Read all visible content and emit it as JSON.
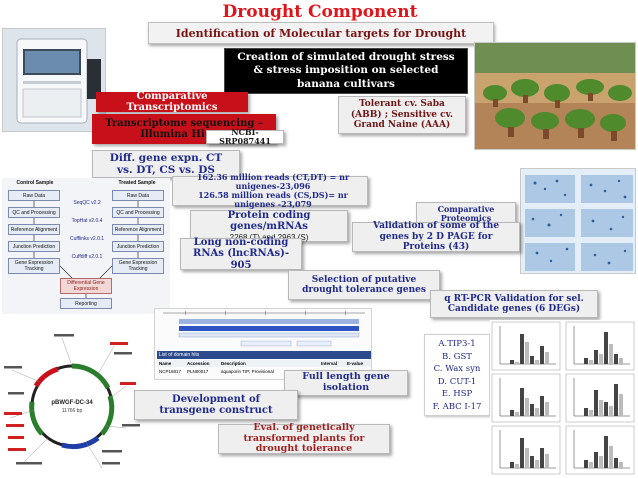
{
  "title": "Drought Component",
  "subtitle": "Identification of Molecular targets for Drought Tolerance",
  "boxes": {
    "simulated_stress": "Creation of simulated drought stress & stress imposition on selected banana cultivars",
    "cultivars": "Tolerant cv. Saba (ABB) ; Sensitive cv. Grand Naine (AAA)",
    "comparative_transcriptomics": "Comparative Transcriptomics",
    "transcriptome_sequencing": "Transcriptome sequencing –Illumina Hi-seq",
    "ncbi": "NCBI- SRP087441",
    "diff_gene_expn": "Diff. gene expn. CT vs. DT, CS vs. DS",
    "reads_line1": "162.36 million reads (CT,DT) = nr unigenes-23,096",
    "reads_line2": "126.58 million reads (CS,DS)= nr unigenes -23,079",
    "comparative_proteomics": "Comparative Proteomics",
    "protein_coding_title": "Protein coding genes/mRNAs",
    "protein_coding_detail": "2268 (T) and 2963 (S)",
    "validation_2d_page": "Validation of some of the genes by 2 D PAGE for Proteins (43)",
    "lncrna": "Long non-coding RNAs (lncRNAs)- 905",
    "selection_genes": "Selection of putative drought tolerance genes",
    "qrtpcr": "q RT-PCR Validation for sel. Candidate genes (6 DEGs)",
    "full_length": "Full length gene isolation",
    "transgene": "Development of transgene construct",
    "eval_transformed": "Eval. of genetically transformed plants for drought tolerance",
    "gene_list": [
      "A.TIP3-1",
      "B. GST",
      "C. Wax syn",
      "D. CUT-1",
      "E. HSP",
      "F. ABC I-17"
    ]
  },
  "flowchart": {
    "left_header": "Control Sample",
    "right_header": "Treated Sample",
    "rows": [
      {
        "left": "Raw Data",
        "mid": "",
        "right": "Raw Data"
      },
      {
        "left": "QC and Processing",
        "mid": "SeqQC v2.2",
        "right": "QC and Processing"
      },
      {
        "left": "Reference Alignment",
        "mid": "TopHat v2.0.4",
        "right": "Reference Alignment"
      },
      {
        "left": "Junction Prediction",
        "mid": "Cufflinks v2.0.1",
        "right": "Junction Prediction"
      },
      {
        "left": "Gene Expression Tracking",
        "mid": "Cuffdiff v2.0.1",
        "right": "Gene Expression Tracking"
      }
    ],
    "bottom_box": "Differential Gene Expression",
    "reporting": "Reporting"
  },
  "plasmid": {
    "name": "pBWGF-DC-34",
    "size": "11766 bp"
  },
  "domain_hits": {
    "header": "List of domain hits",
    "columns": [
      "Name",
      "Accession",
      "Description",
      "Interval",
      "E-value"
    ],
    "row": [
      "NCP16817",
      "PLN00017",
      "aquaporin TIP; Provisional",
      "1-251",
      "4.14e-111"
    ]
  },
  "colors": {
    "title_red": "#e0141b",
    "box_text_blue": "#1f2a8c",
    "red_box": "#c8101a"
  }
}
